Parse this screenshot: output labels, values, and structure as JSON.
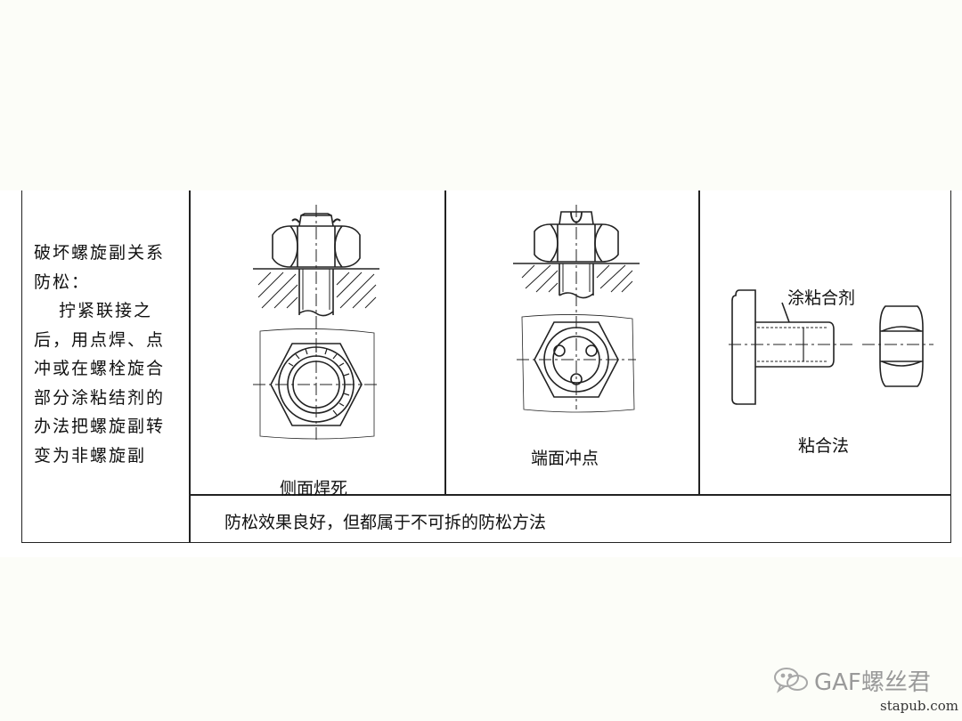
{
  "table": {
    "method_lines": [
      "破坏螺旋副关系",
      "防松：",
      "拧紧联接之",
      "后，用点焊、点",
      "冲或在螺栓旋合",
      "部分涂粘结剂的",
      "办法把螺旋副转",
      "变为非螺旋副"
    ],
    "examples": [
      {
        "caption": "侧面焊死",
        "icon": "weld-nut-drawing"
      },
      {
        "caption": "端面冲点",
        "icon": "punch-nut-drawing"
      },
      {
        "caption": "粘合法",
        "icon": "adhesive-bolt-drawing",
        "callout": "涂粘合剂"
      }
    ],
    "note": "防松效果良好，但都属于不可拆的防松方法"
  },
  "watermark": {
    "text": "GAF螺丝君",
    "icon": "wechat-icon"
  },
  "footer": {
    "url": "stapub.com"
  }
}
